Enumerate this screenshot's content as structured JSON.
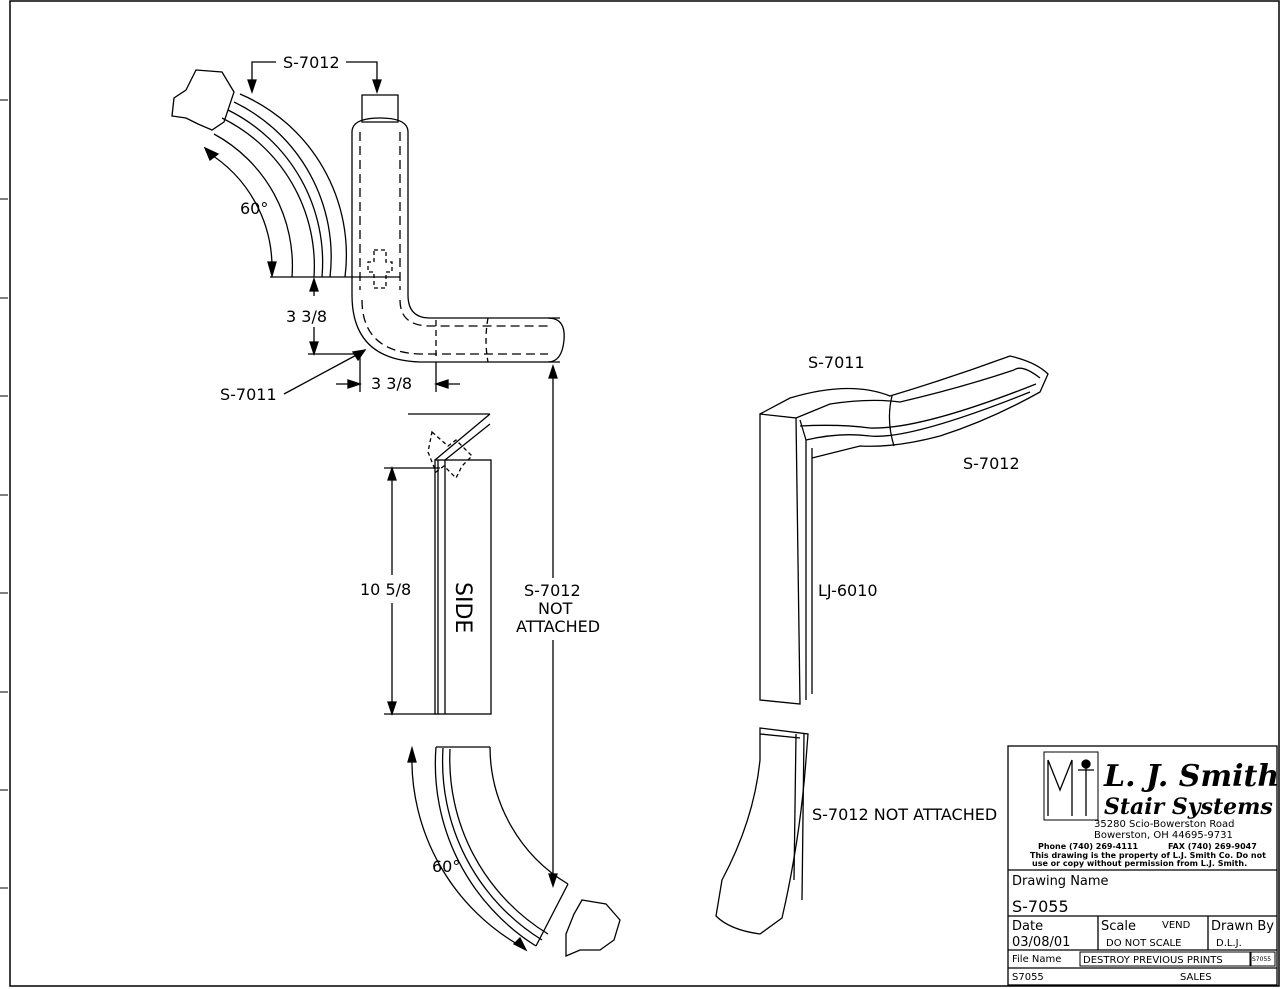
{
  "drawing": {
    "top_left_rail": "S-7012",
    "top_left_angle": "60°",
    "dim_vertical": "3 3/8",
    "dim_horizontal": "3 3/8",
    "left_label": "S-7011",
    "side_dim": "10 5/8",
    "side_text": "SIDE",
    "not_attached_line1": "S-7012",
    "not_attached_line2": "NOT",
    "not_attached_line3": "ATTACHED",
    "bottom_angle": "60°",
    "iso_top": "S-7011",
    "iso_right": "S-7012",
    "iso_post": "LJ-6010",
    "iso_bottom": "S-7012 NOT ATTACHED"
  },
  "title_block": {
    "company_line1": "L. J. Smith",
    "company_line2": "Stair Systems",
    "address1": "35280 Scio-Bowerston Road",
    "address2": "Bowerston, OH 44695-9731",
    "phone": "Phone (740) 269-4111",
    "fax": "FAX (740) 269-9047",
    "notice1": "This drawing is the property of L.J. Smith Co. Do not",
    "notice2": "use or copy without permission from L.J. Smith.",
    "drawing_name_label": "Drawing Name",
    "drawing_name": "S-7055",
    "date_label": "Date",
    "date": "03/08/01",
    "scale_label": "Scale",
    "vend": "VEND",
    "scale": "DO NOT SCALE",
    "drawn_by_label": "Drawn By",
    "drawn_by": "D.L.J.",
    "file_name_label": "File Name",
    "destroy": "DESTROY PREVIOUS PRINTS",
    "file_name": "S7055",
    "sales": "SALES",
    "tiny_code": "S7055"
  }
}
